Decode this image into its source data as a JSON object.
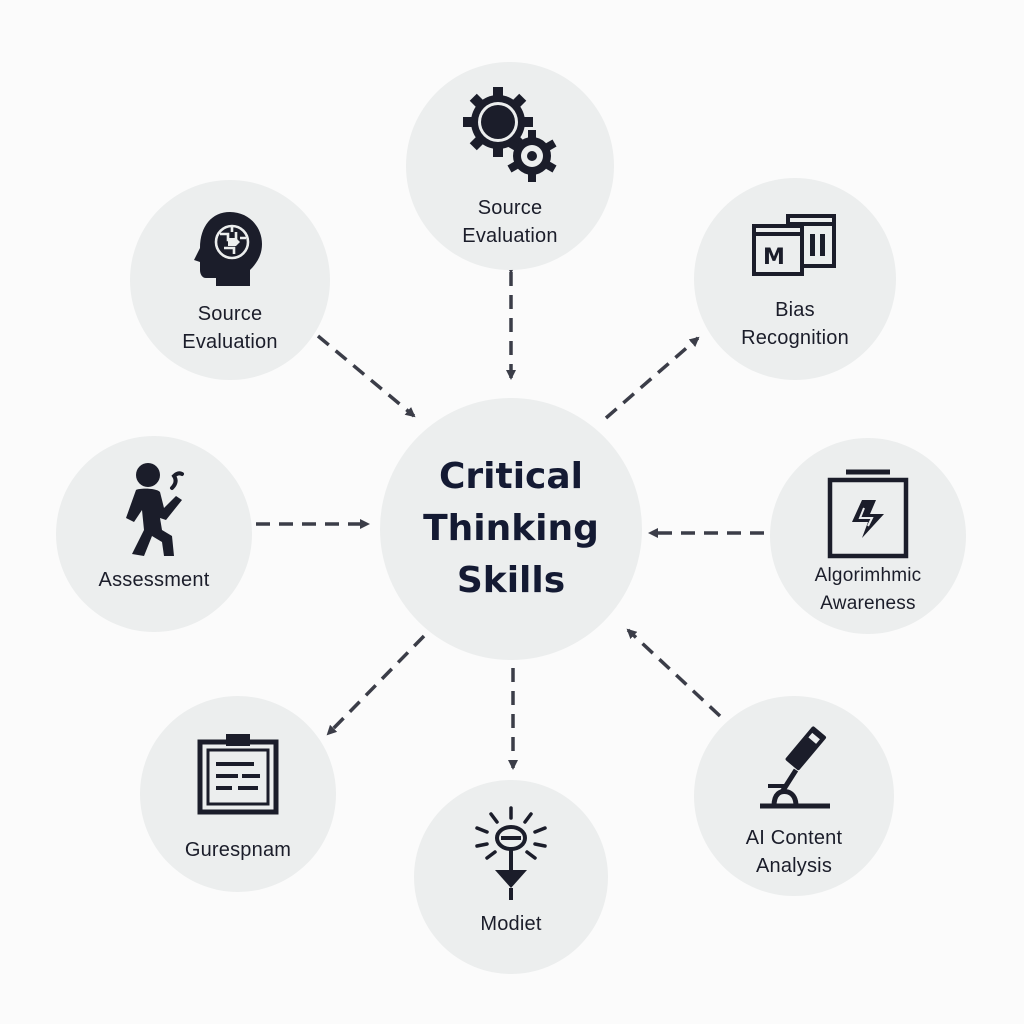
{
  "diagram": {
    "center": {
      "lines": [
        "Critical",
        "Thinking",
        "Skills"
      ]
    },
    "nodes": {
      "top": {
        "lines": [
          "Source",
          "Evaluation"
        ],
        "icon": "gears-icon"
      },
      "upper_left": {
        "lines": [
          "Source",
          "Evaluation"
        ],
        "icon": "brain-head-icon"
      },
      "upper_right": {
        "lines": [
          "Bias",
          "Recognition"
        ],
        "icon": "media-frames-icon"
      },
      "left": {
        "lines": [
          "Assessment"
        ],
        "icon": "person-walking-icon"
      },
      "right": {
        "lines": [
          "Algorimhmic",
          "Awareness"
        ],
        "icon": "lightning-box-icon"
      },
      "lower_left": {
        "lines": [
          "Gurespnam"
        ],
        "icon": "clipboard-icon"
      },
      "bottom": {
        "lines": [
          "Modiet"
        ],
        "icon": "lamp-rays-icon"
      },
      "lower_right": {
        "lines": [
          "AI Content",
          "Analysis"
        ],
        "icon": "microscope-icon"
      }
    },
    "colors": {
      "node_fill": "#eceeee",
      "ink": "#1b1d2a",
      "arrow": "#3b3d48"
    }
  }
}
